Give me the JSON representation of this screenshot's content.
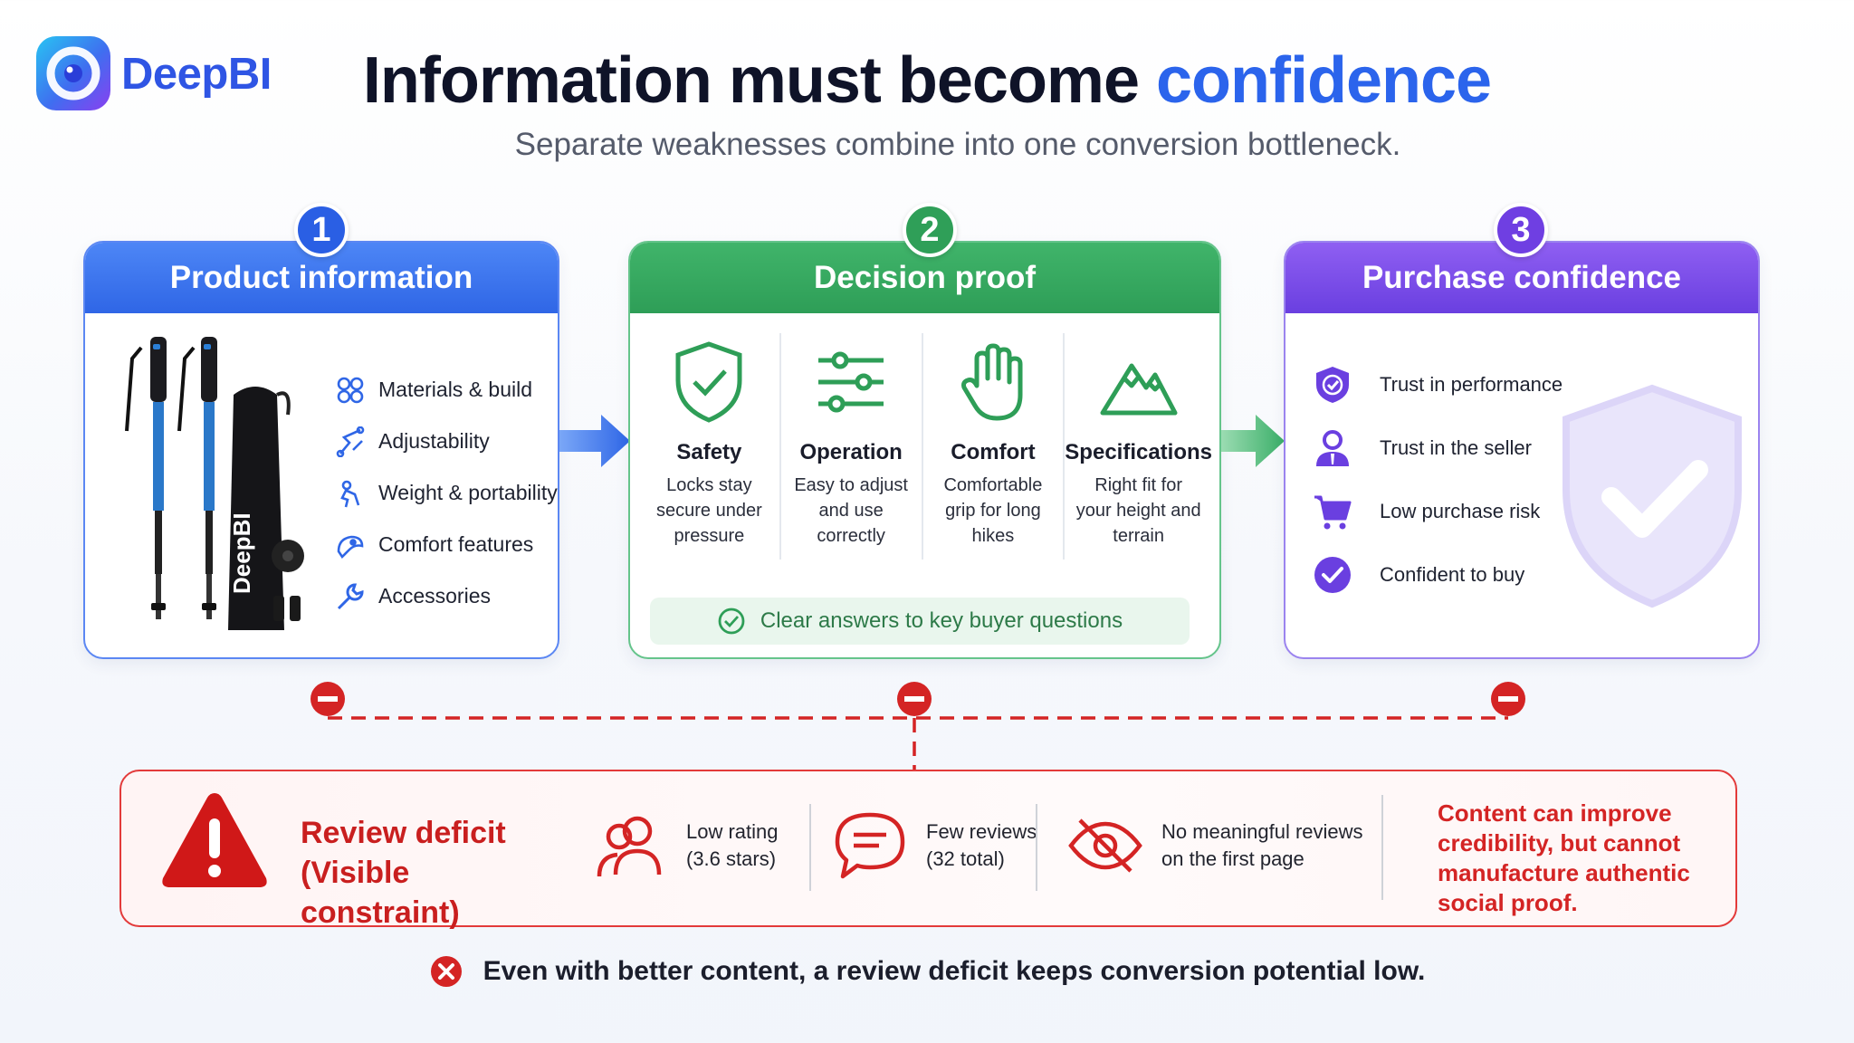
{
  "header": {
    "brand": "DeepBI",
    "title_main": "Information must become",
    "title_accent": "confidence",
    "subtitle": "Separate weaknesses combine into one conversion bottleneck."
  },
  "steps": [
    {
      "number": "1",
      "title": "Product information",
      "product_bag_text": "DeepBI",
      "items": [
        {
          "label": "Materials & build",
          "icon": "materials-icon"
        },
        {
          "label": "Adjustability",
          "icon": "adjust-icon"
        },
        {
          "label": "Weight & portability",
          "icon": "weight-icon"
        },
        {
          "label": "Comfort features",
          "icon": "comfort-icon"
        },
        {
          "label": "Accessories",
          "icon": "wrench-icon"
        }
      ]
    },
    {
      "number": "2",
      "title": "Decision proof",
      "columns": [
        {
          "title": "Safety",
          "desc": "Locks stay secure under pressure",
          "icon": "shield-check-icon"
        },
        {
          "title": "Operation",
          "desc": "Easy to adjust and use correctly",
          "icon": "sliders-icon"
        },
        {
          "title": "Comfort",
          "desc": "Comfortable grip for long hikes",
          "icon": "hand-icon"
        },
        {
          "title": "Specifications",
          "desc": "Right fit for your height and terrain",
          "icon": "mountain-icon"
        }
      ],
      "banner": "Clear answers to key buyer questions"
    },
    {
      "number": "3",
      "title": "Purchase confidence",
      "items": [
        {
          "label": "Trust in performance",
          "icon": "shield-check-icon"
        },
        {
          "label": "Trust in the seller",
          "icon": "seller-icon"
        },
        {
          "label": "Low purchase risk",
          "icon": "cart-icon"
        },
        {
          "label": "Confident to buy",
          "icon": "check-circle-icon"
        }
      ]
    }
  ],
  "deficit": {
    "title_line1": "Review deficit",
    "title_line2": "(Visible constraint)",
    "stats": [
      {
        "line1": "Low rating",
        "line2": "(3.6 stars)",
        "icon": "users-icon"
      },
      {
        "line1": "Few reviews",
        "line2": "(32 total)",
        "icon": "chat-icon"
      },
      {
        "line1": "No meaningful reviews",
        "line2": "on the first page",
        "icon": "eye-off-icon"
      }
    ],
    "note": "Content can improve credibility, but cannot manufacture authentic social proof."
  },
  "footer": "Even with better content, a review deficit keeps conversion potential low.",
  "colors": {
    "blue": "#2f66e6",
    "green": "#2e9e57",
    "purple": "#6a3fe0",
    "red": "#d42424"
  }
}
